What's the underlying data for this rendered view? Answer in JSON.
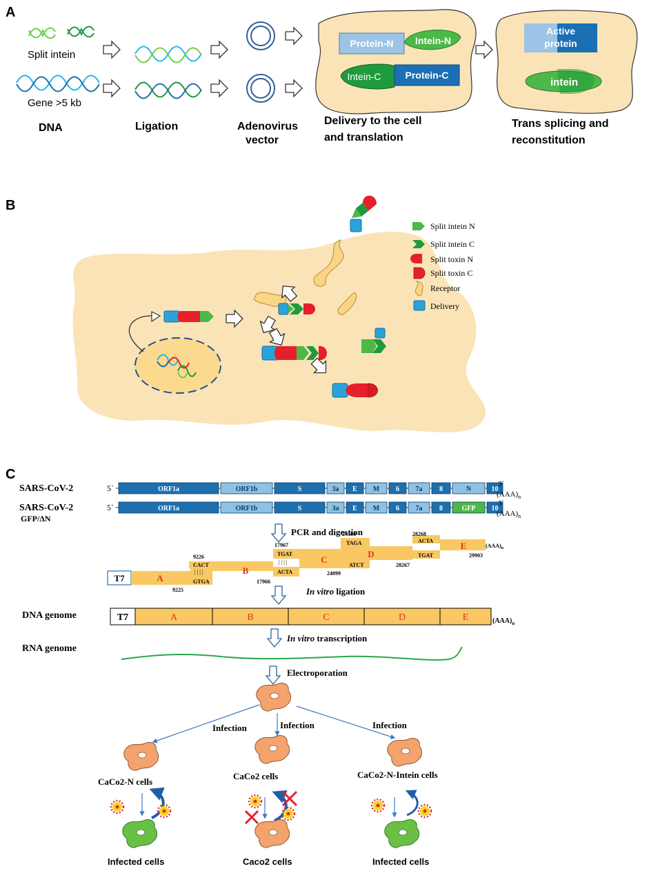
{
  "panel_a": {
    "letter": "A",
    "split_intein": "Split intein",
    "gene": "Gene >5 kb",
    "dna": "DNA",
    "ligation": "Ligation",
    "adeno_1": "Adenovirus",
    "adeno_2": "vector",
    "delivery_1": "Delivery to the cell",
    "delivery_2": "and translation",
    "protein_n": "Protein-N",
    "intein_n": "Intein-N",
    "intein_c": "Intein-C",
    "protein_c": "Protein-C",
    "active_1": "Active",
    "active_2": "protein",
    "intein": "intein",
    "trans_1": "Trans splicing and",
    "trans_2": "reconstitution"
  },
  "panel_b": {
    "letter": "B",
    "legend": {
      "split_intein_n": "Split intein N",
      "split_intein_c": "Split intein C",
      "split_toxin_n": "Split toxin N",
      "split_toxin_c": "Split toxin C",
      "receptor": "Receptor",
      "delivery": "Delivery"
    }
  },
  "panel_c": {
    "letter": "C",
    "row1_label": "SARS-CoV-2",
    "row2_label_1": "SARS-CoV-2",
    "row2_label_2": "GFP/ΔN",
    "five_prime": "5`",
    "three_prime": "3`",
    "polya": "(AAA)",
    "polya_sub": "n",
    "genes_row1": [
      "ORF1a",
      "ORF1b",
      "S",
      "3a",
      "E",
      "M",
      "6",
      "7a",
      "8",
      "N",
      "10"
    ],
    "genes_row2": [
      "ORF1a",
      "ORF1b",
      "S",
      "3a",
      "E",
      "M",
      "6",
      "7a",
      "8",
      "GFP",
      "10"
    ],
    "pcr": "PCR and digestion",
    "t7": "T7",
    "fragments": [
      "A",
      "B",
      "C",
      "D",
      "E"
    ],
    "positions": {
      "p9226": "9226",
      "p9225": "9225",
      "p17967": "17967",
      "p17966": "17966",
      "p24100": "24100",
      "p24099": "24099",
      "p28268": "28268",
      "p28267": "28267",
      "p29903": "29903"
    },
    "overhangs": {
      "cact": "CACT",
      "gtga": "GTGA",
      "tgat1": "TGAT",
      "acta1": "ACTA",
      "taga": "TAGA",
      "atct": "ATCT",
      "acta2": "ACTA",
      "tgat2": "TGAT",
      "ticks": "| | | |"
    },
    "in_vitro": "In vitro",
    "ligation_word": " ligation",
    "transcription_word": " transcription",
    "dna_genome": "DNA genome",
    "rna_genome": "RNA genome",
    "electroporation": "Electroporation",
    "infection": "Infection",
    "caco2n_cells": "CaCo2-N cells",
    "caco2_cells": "CaCo2 cells",
    "caco2n_intein_cells": "CaCo2-N-Intein cells",
    "infected_cells": "Infected cells",
    "caco2_cells_bottom": "Caco2 cells"
  },
  "colors": {
    "cell_fill": "#fae3b7",
    "protein_light": "#9cc4e6",
    "protein_dark": "#1b6fb5",
    "intein_green": "#4cb848",
    "toxin_red": "#e5202b",
    "delivery_blue": "#29a3dc",
    "gene_dark": "#1d6fae",
    "gene_light": "#8ec1e4",
    "fragment_yellow": "#f9c862",
    "frag_label_red": "#e0301e",
    "cell_orange": "#f4a36c",
    "cell_green": "#6abf45",
    "arrow_blue": "#3c7cc0"
  }
}
